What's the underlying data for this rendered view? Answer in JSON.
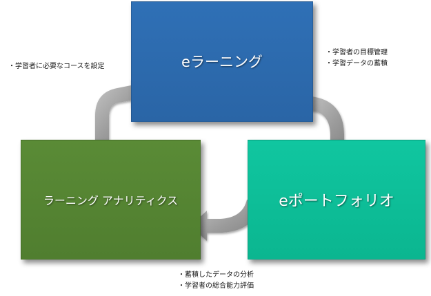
{
  "boxes": {
    "elearning": {
      "label": "eラーニング",
      "color": "#2f6eb3"
    },
    "portfolio": {
      "label": "eポートフォリオ",
      "color": "#0fc09a"
    },
    "analytics": {
      "label": "ラーニング アナリティクス",
      "color": "#568533"
    }
  },
  "notes": {
    "left": [
      "・学習者に必要なコースを設定"
    ],
    "right": [
      "・学習者の目標管理",
      "・学習データの蓄積"
    ],
    "bottom": [
      "・蓄積したデータの分析",
      "・学習者の総合能力評価"
    ]
  },
  "arrow_color": "#9a9a9a"
}
